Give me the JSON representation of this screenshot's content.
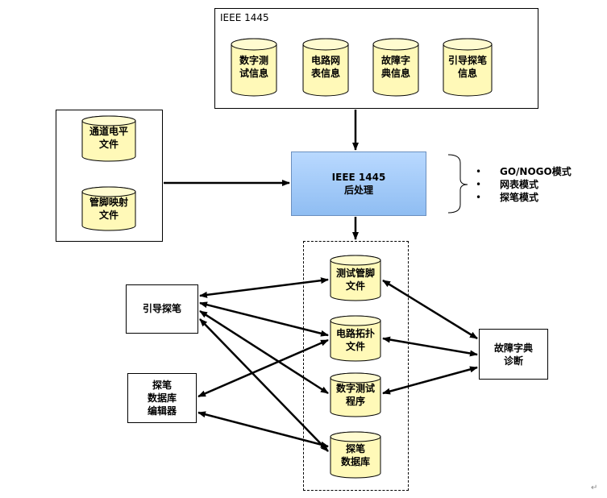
{
  "ieee_box": {
    "title": "IEEE 1445",
    "items": [
      "数字测\n试信息",
      "电路网\n表信息",
      "故障字\n典信息",
      "引导探笔\n信息"
    ]
  },
  "input_box": {
    "items": [
      "通道电平\n文件",
      "管脚映射\n文件"
    ]
  },
  "post": {
    "label": "IEEE 1445\n后处理"
  },
  "modes": {
    "items": [
      "GO/NOGO模式",
      "网表模式",
      "探笔模式"
    ]
  },
  "outputs": {
    "items": [
      "测试管脚\n文件",
      "电路拓扑\n文件",
      "数字测试\n程序",
      "探笔\n数据库"
    ]
  },
  "guide": {
    "label": "引导探笔"
  },
  "editor": {
    "label": "探笔\n数据库\n编辑器"
  },
  "diag": {
    "label": "故障字典\n诊断"
  },
  "colors": {
    "cylinder_fill": "#fff9b8",
    "process_fill": "#a7cdf7"
  }
}
